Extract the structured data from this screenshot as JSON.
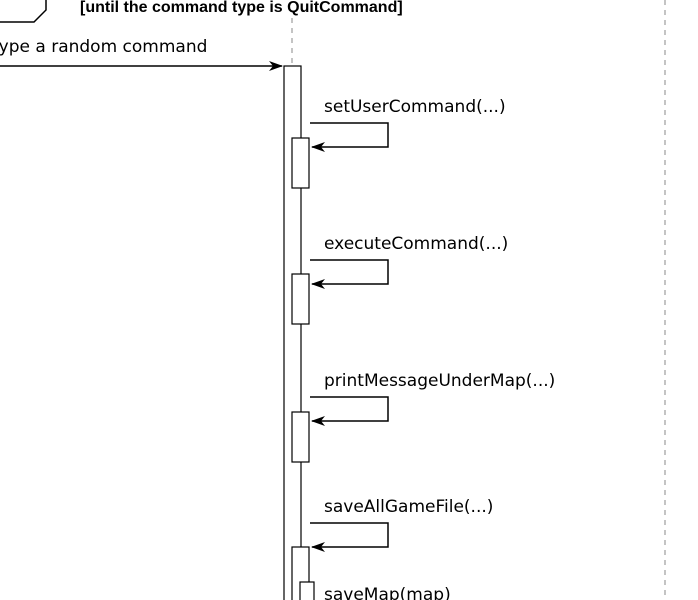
{
  "loop_fragment": {
    "guard": "[until the command type is QuitCommand]"
  },
  "incoming_message": {
    "label": "type a random command"
  },
  "self_calls": [
    {
      "label": "setUserCommand(...)"
    },
    {
      "label": "executeCommand(...)"
    },
    {
      "label": "printMessageUnderMap(...)"
    },
    {
      "label": "saveAllGameFile(...)"
    },
    {
      "label": "saveMap(map)"
    }
  ]
}
